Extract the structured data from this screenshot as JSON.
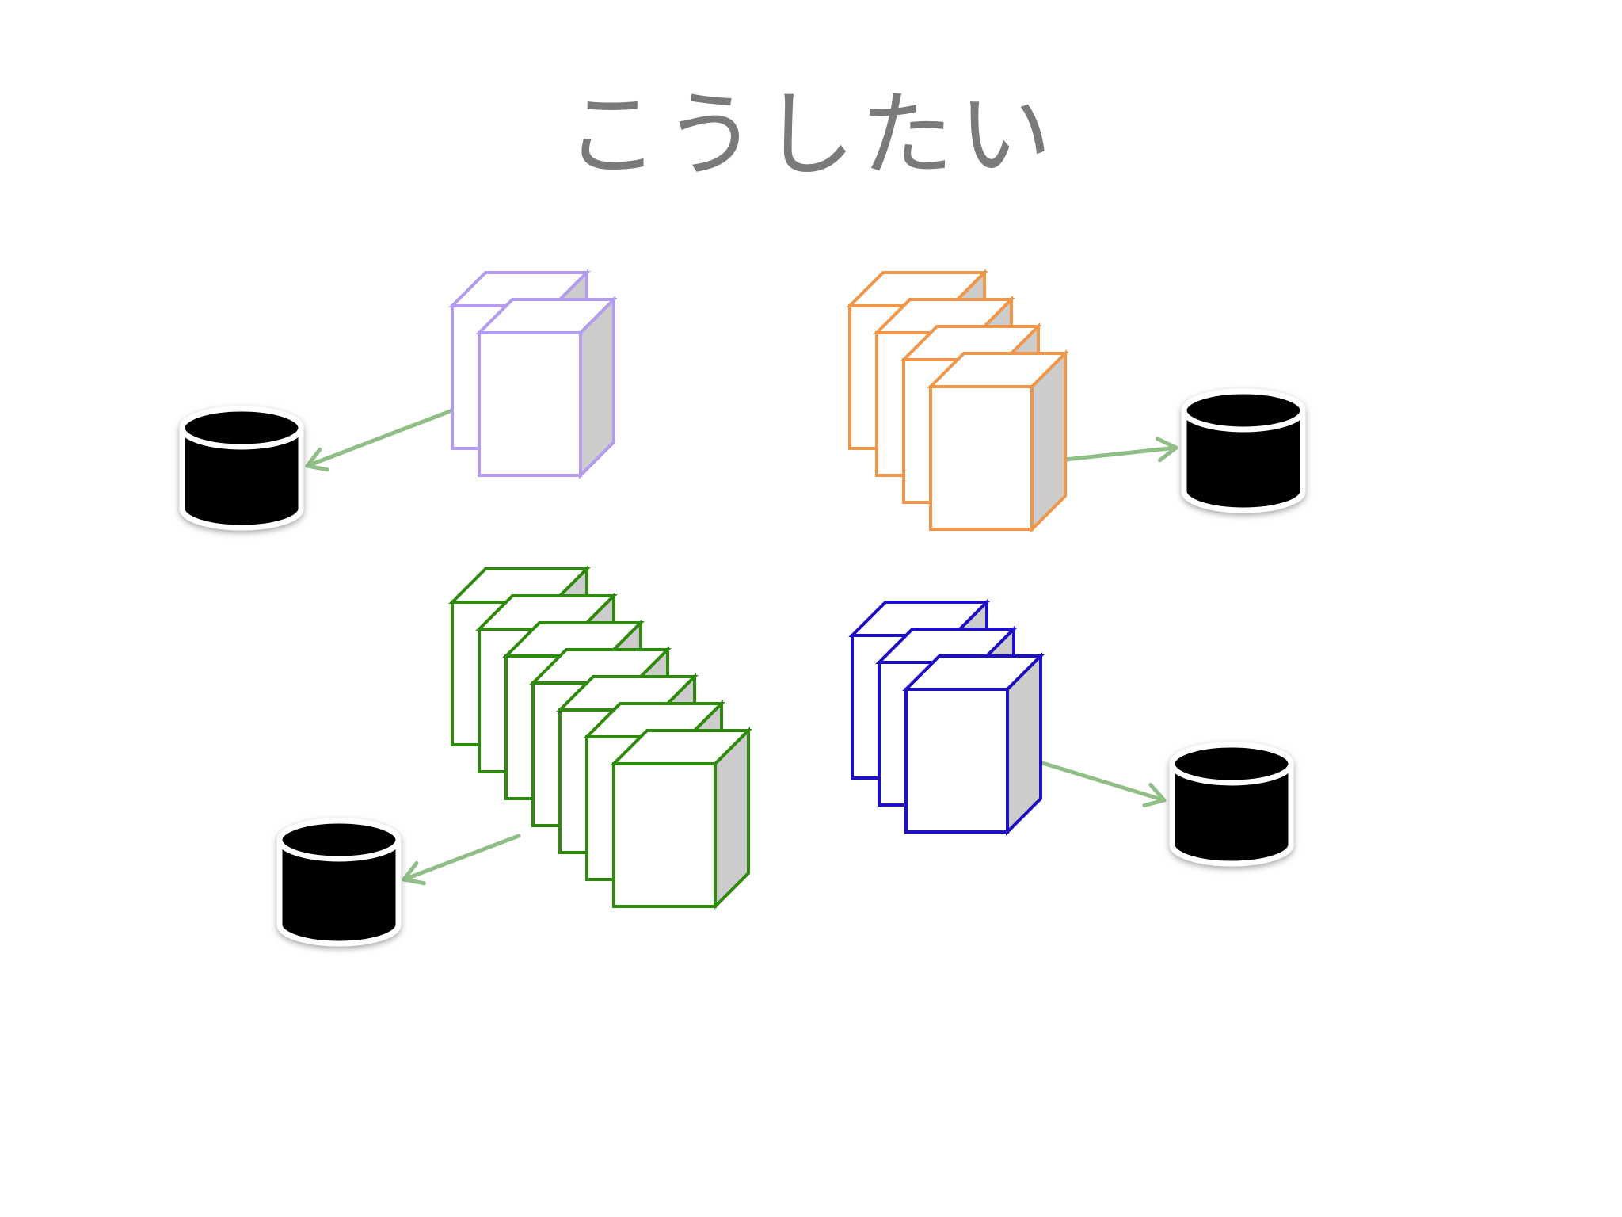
{
  "slide": {
    "title": "こうしたい",
    "title_color": "#7a7a7a"
  },
  "colors": {
    "box_side": "#cccccc",
    "box_face": "#ffffff",
    "arrow": "#8fbf87",
    "database": "#000000"
  },
  "groups": [
    {
      "name": "purple",
      "color": "#b39cf0",
      "box_count": 2,
      "arrow_direction": "to-left"
    },
    {
      "name": "orange",
      "color": "#f0964a",
      "box_count": 4,
      "arrow_direction": "to-right"
    },
    {
      "name": "green",
      "color": "#2e8a0c",
      "box_count": 7,
      "arrow_direction": "to-left"
    },
    {
      "name": "blue",
      "color": "#1e0fbf",
      "box_count": 3,
      "arrow_direction": "to-right"
    }
  ],
  "databases": [
    {
      "name": "database-top-left",
      "icon": "cylinder-database-icon"
    },
    {
      "name": "database-top-right",
      "icon": "cylinder-database-icon"
    },
    {
      "name": "database-bottom-left",
      "icon": "cylinder-database-icon"
    },
    {
      "name": "database-bottom-right",
      "icon": "cylinder-database-icon"
    }
  ]
}
